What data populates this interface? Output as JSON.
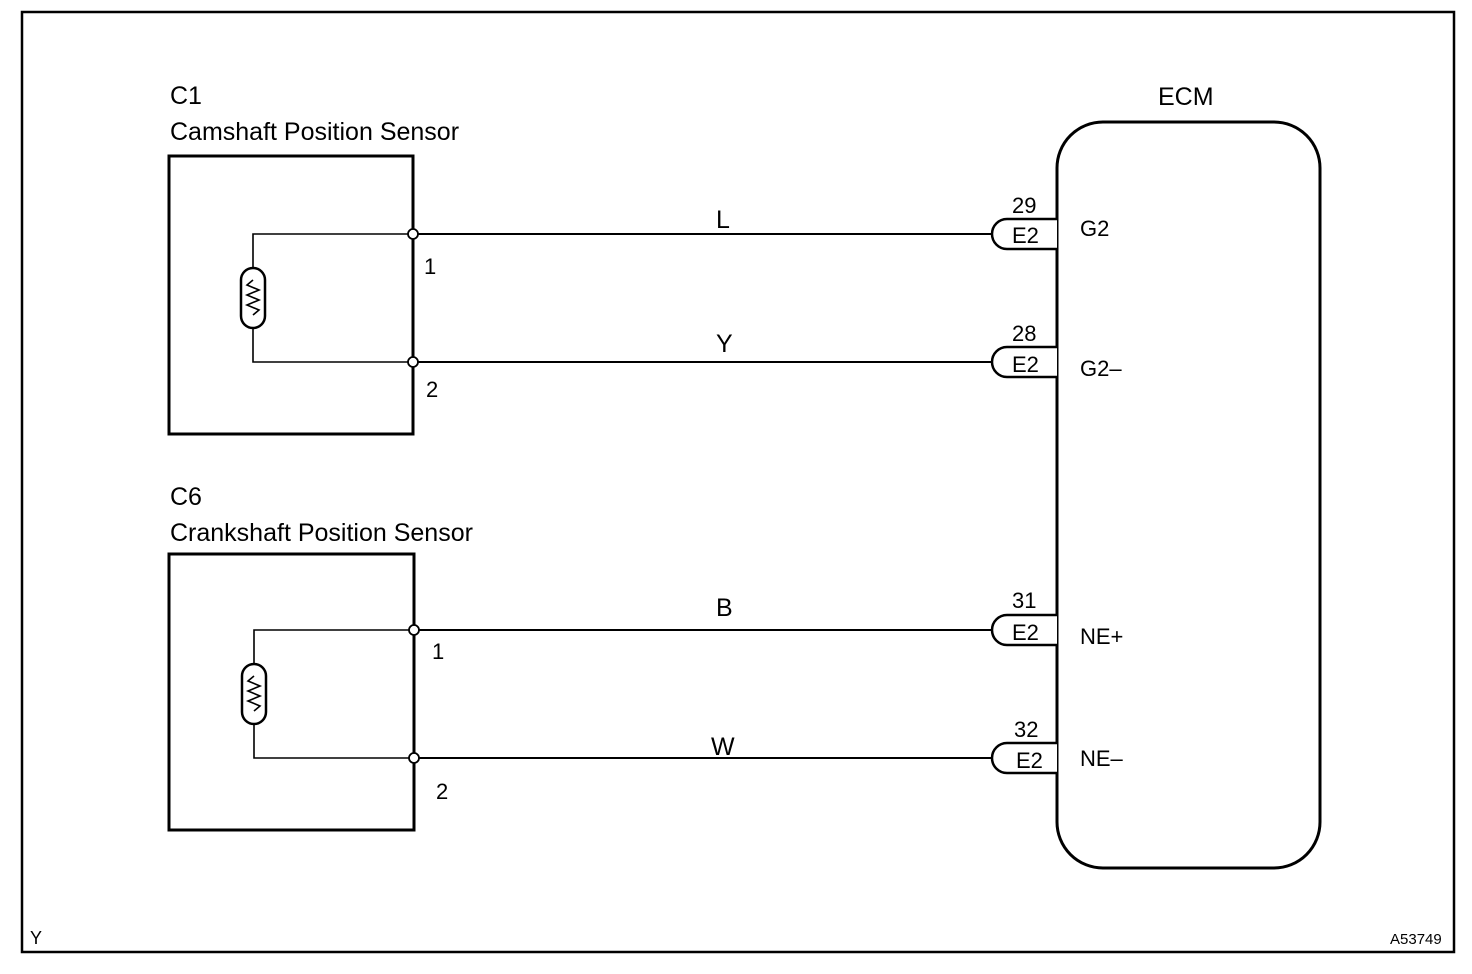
{
  "figure_code_left": "Y",
  "figure_code_right": "A53749",
  "ecm": {
    "title": "ECM",
    "pins": [
      {
        "number": "29",
        "connector": "E2",
        "terminal": "G2"
      },
      {
        "number": "28",
        "connector": "E2",
        "terminal": "G2–"
      },
      {
        "number": "31",
        "connector": "E2",
        "terminal": "NE+"
      },
      {
        "number": "32",
        "connector": "E2",
        "terminal": "NE–"
      }
    ]
  },
  "sensors": [
    {
      "code": "C1",
      "name": "Camshaft Position Sensor",
      "terminals": [
        "1",
        "2"
      ],
      "wire_colors": [
        "L",
        "Y"
      ]
    },
    {
      "code": "C6",
      "name": "Crankshaft Position Sensor",
      "terminals": [
        "1",
        "2"
      ],
      "wire_colors": [
        "B",
        "W"
      ]
    }
  ]
}
